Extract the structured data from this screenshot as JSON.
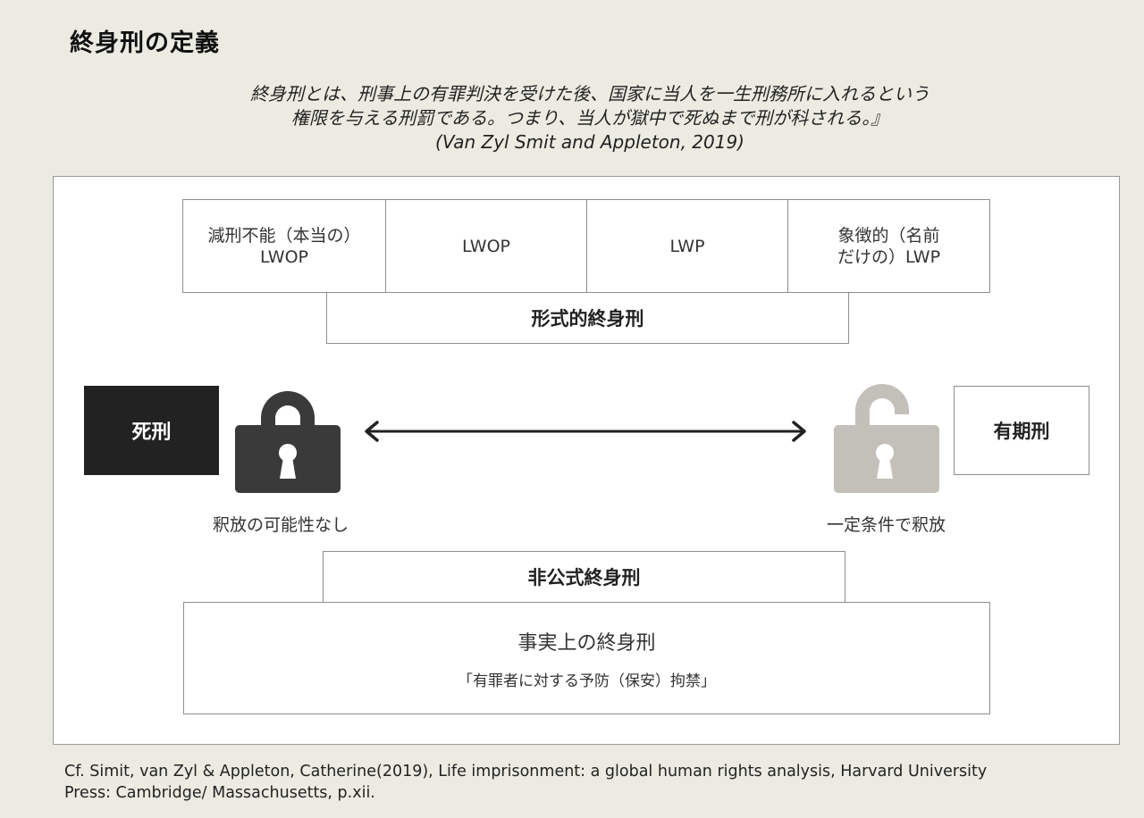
{
  "title": "終身刑の定義",
  "quote": {
    "line1": "終身刑とは、刑事上の有罪判決を受けた後、国家に当人を一生刑務所に入れるという",
    "line2": "権限を与える刑罰である。つまり、当人が獄中で死ぬまで刑が科される。』",
    "citation": "(Van Zyl Smit and Appleton, 2019)"
  },
  "formal": {
    "categories": [
      {
        "line1": "減刑不能（本当の）",
        "line2": "LWOP"
      },
      {
        "line1": "LWOP",
        "line2": ""
      },
      {
        "line1": "LWP",
        "line2": ""
      },
      {
        "line1": "象徴的（名前",
        "line2": "だけの）LWP"
      }
    ],
    "label": "形式的終身刑"
  },
  "spectrum": {
    "left_box": "死刑",
    "left_lock": {
      "icon": "lock-closed-icon",
      "caption": "釈放の可能性なし",
      "color": "#3A3A3A"
    },
    "right_lock": {
      "icon": "lock-open-icon",
      "caption": "一定条件で釈放",
      "color": "#C2C0B8"
    },
    "right_box": "有期刑",
    "arrow": "double-headed-arrow"
  },
  "informal": {
    "label": "非公式終身刑",
    "main": "事実上の終身刑",
    "sub": "「有罪者に対する予防（保安）拘禁」"
  },
  "footnote": {
    "line1": "Cf. Simit, van Zyl & Appleton, Catherine(2019), Life imprisonment: a global human rights analysis, Harvard University",
    "line2": "Press: Cambridge/ Massachusetts, p.xii."
  }
}
